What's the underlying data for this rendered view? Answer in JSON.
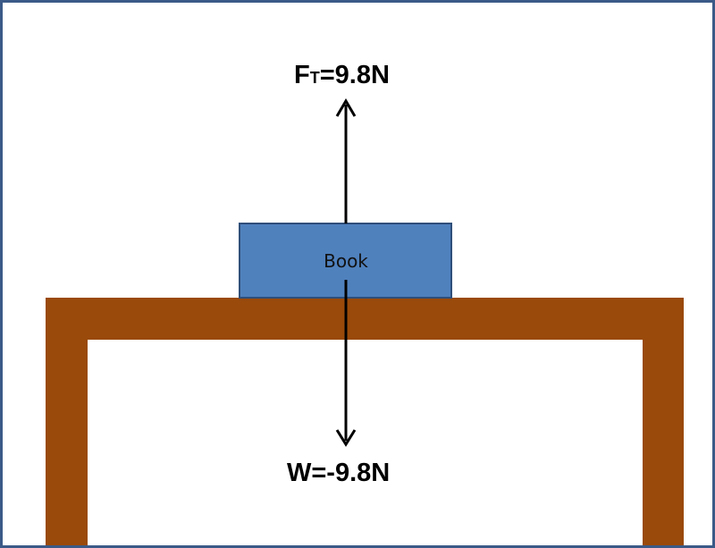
{
  "diagram": {
    "book_label": "Book",
    "top_force": {
      "main": "F",
      "sub": "T",
      "rest": "=9.8N"
    },
    "bottom_force": "W=-9.8N"
  },
  "colors": {
    "frame_border": "#3b5a87",
    "table": "#9a4a0a",
    "book_fill": "#4f81bd",
    "book_border": "#2f4f7a",
    "arrow": "#000000"
  },
  "icons": {
    "up_arrow": "arrow-up",
    "down_arrow": "arrow-down"
  }
}
